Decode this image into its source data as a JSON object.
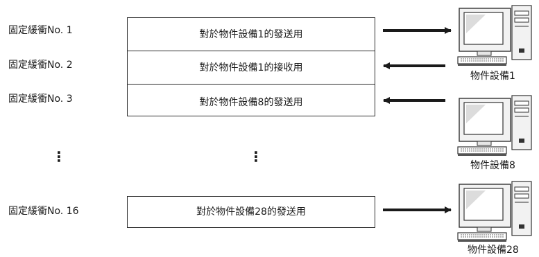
{
  "buffers": [
    {
      "label": "固定緩衝No. 1",
      "purpose": "對於物件設備1的發送用",
      "direction": "send"
    },
    {
      "label": "固定緩衝No. 2",
      "purpose": "對於物件設備1的接收用",
      "direction": "receive"
    },
    {
      "label": "固定緩衝No. 3",
      "purpose": "對於物件設備8的發送用",
      "direction": "receive"
    },
    {
      "label": "固定緩衝No. 16",
      "purpose": "對於物件設備28的發送用",
      "direction": "send"
    }
  ],
  "ellipsis": {
    "left": "⋮",
    "middle": "⋮"
  },
  "devices": [
    {
      "name": "物件設備1",
      "icon": "computer-icon"
    },
    {
      "name": "物件設備8",
      "icon": "computer-icon"
    },
    {
      "name": "物件設備28",
      "icon": "computer-icon"
    }
  ]
}
